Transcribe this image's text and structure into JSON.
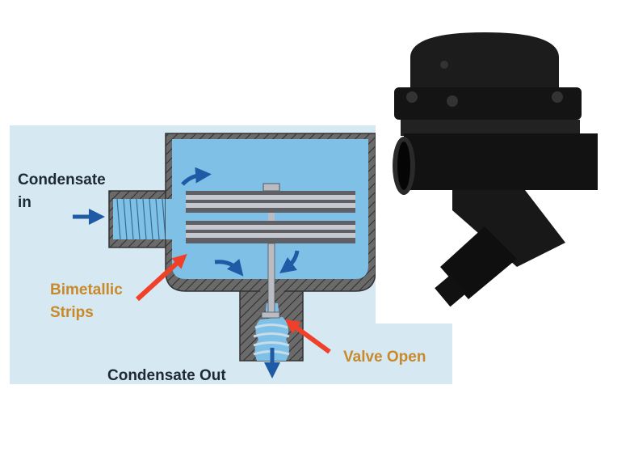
{
  "diagram": {
    "labels": {
      "inlet": [
        "Condensate",
        "in"
      ],
      "strips": [
        "Bimetallic",
        "Strips"
      ],
      "valve": "Valve Open",
      "outlet": "Condensate Out"
    },
    "colors": {
      "panel_bg": "#d6e9f2",
      "fluid": "#7fc0e6",
      "wall": "#5a5a5a",
      "flow_arrow": "#1f5aa6",
      "pointer_arrow": "#f0402a",
      "label_dark": "#1e2a33",
      "label_orange": "#c8892a",
      "trap_body": "#151515"
    },
    "icons": [
      "flow-arrow-icon",
      "pointer-arrow-icon"
    ]
  }
}
